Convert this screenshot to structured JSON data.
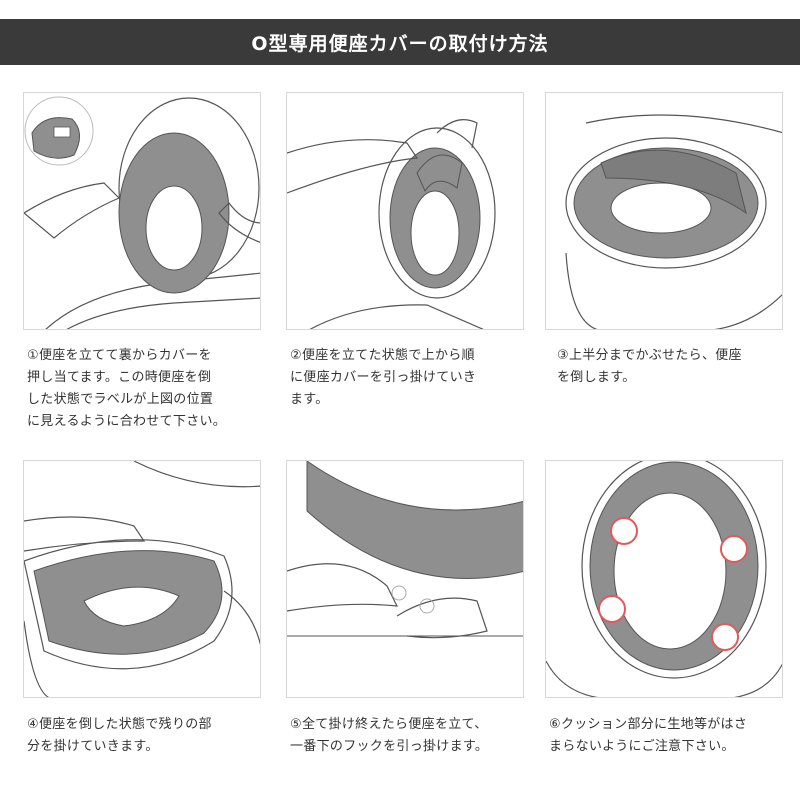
{
  "title": "O型専用便座カバーの取付け方法",
  "colors": {
    "header_bg": "#3a3a3a",
    "cover_gray": "#8f8f8f",
    "highlight_red": "#e05a5a",
    "line": "#555555"
  },
  "steps": [
    {
      "lines": [
        "①便座を立てて裏からカバーを",
        "押し当てます。この時便座を倒",
        "した状態でラベルが上図の位置",
        "に見えるように合わせて下さい。"
      ]
    },
    {
      "lines": [
        "②便座を立てた状態で上から順",
        "に便座カバーを引っ掛けていき",
        "ます。"
      ]
    },
    {
      "lines": [
        "③上半分までかぶせたら、便座",
        "を倒します。"
      ]
    },
    {
      "lines": [
        "④便座を倒した状態で残りの部",
        "分を掛けていきます。"
      ]
    },
    {
      "lines": [
        "⑤全て掛け終えたら便座を立て、",
        "一番下のフックを引っ掛けます。"
      ]
    },
    {
      "lines": [
        "⑥クッション部分に生地等がはさ",
        "まらないようにご注意下さい。"
      ]
    }
  ]
}
